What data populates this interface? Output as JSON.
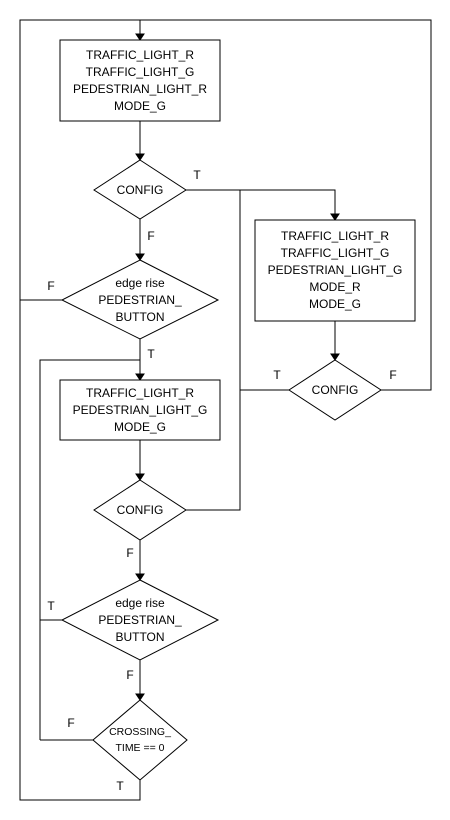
{
  "colors": {
    "stroke": "#000000",
    "fill": "#ffffff",
    "text": "#000000"
  },
  "nodes": {
    "box1": [
      "TRAFFIC_LIGHT_R",
      "TRAFFIC_LIGHT_G",
      "PEDESTRIAN_LIGHT_R",
      "MODE_G"
    ],
    "config1": [
      "CONFIG"
    ],
    "edge1": [
      "edge rise",
      "PEDESTRIAN_",
      "BUTTON"
    ],
    "box2": [
      "TRAFFIC_LIGHT_R",
      "PEDESTRIAN_LIGHT_G",
      "MODE_G"
    ],
    "config2": [
      "CONFIG"
    ],
    "edge2": [
      "edge rise",
      "PEDESTRIAN_",
      "BUTTON"
    ],
    "crossing": [
      "CROSSING_",
      "TIME == 0"
    ],
    "box3": [
      "TRAFFIC_LIGHT_R",
      "TRAFFIC_LIGHT_G",
      "PEDESTRIAN_LIGHT_G",
      "MODE_R",
      "MODE_G"
    ],
    "config3": [
      "CONFIG"
    ]
  },
  "edge_labels": {
    "config1_true": "T",
    "config1_false": "F",
    "edge1_false": "F",
    "edge1_true": "T",
    "config3_true": "T",
    "config3_false": "F",
    "config2_false": "F",
    "edge2_true": "T",
    "edge2_false": "F",
    "crossing_false": "F",
    "crossing_true": "T"
  }
}
